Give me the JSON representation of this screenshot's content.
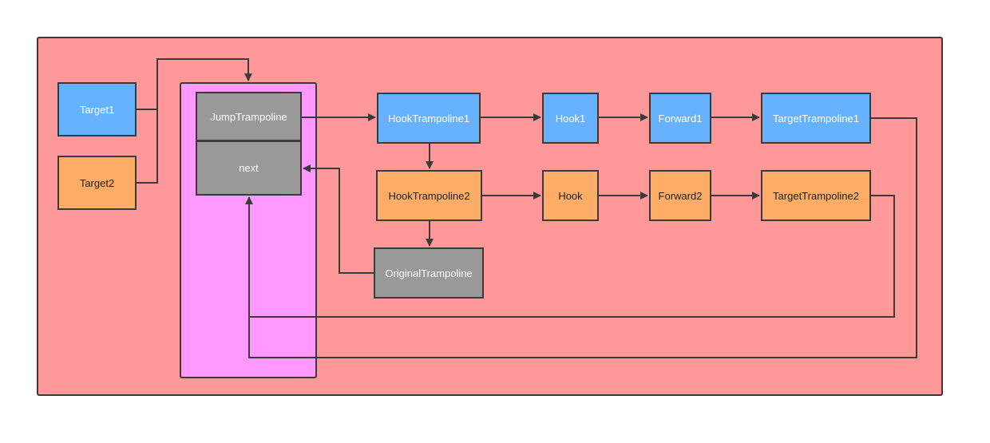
{
  "colors": {
    "canvas_bg": "#ff9999",
    "container_bg": "#ff99ff",
    "blue_node": "#66b2ff",
    "orange_node": "#ffad66",
    "gray_node": "#999999",
    "stroke": "#3a3a3a"
  },
  "nodes": {
    "target1": "Target1",
    "target2": "Target2",
    "jump_trampoline": "JumpTrampoline",
    "next": "next",
    "hook_trampoline1": "HookTrampoline1",
    "hook1": "Hook1",
    "forward1": "Forward1",
    "target_trampoline1": "TargetTrampoline1",
    "hook_trampoline2": "HookTrampoline2",
    "hook": "Hook",
    "forward2": "Forward2",
    "target_trampoline2": "TargetTrampoline2",
    "original_trampoline": "OriginalTrampoline"
  }
}
